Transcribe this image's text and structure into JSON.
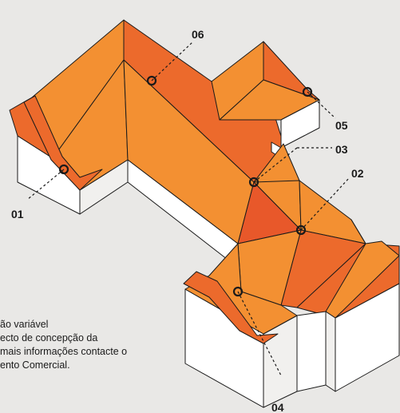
{
  "colors": {
    "background": "#e9e8e6",
    "roof_orange": "#f39032",
    "roof_dark": "#ec6a2c",
    "roof_red": "#e8582a",
    "wall": "#ffffff",
    "wall_shade": "#f1f0ee",
    "outline": "#1a1a1a"
  },
  "markers": {
    "m01": "01",
    "m02": "02",
    "m03": "03",
    "m04": "04",
    "m05": "05",
    "m06": "06"
  },
  "note": {
    "line1": "ão variável",
    "line2": "ecto de concepção da",
    "line3": "mais informações contacte o",
    "line4": "ento Comercial."
  }
}
